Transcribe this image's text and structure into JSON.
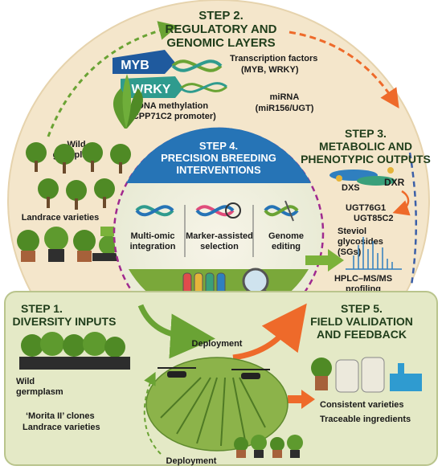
{
  "step2": {
    "title_line1": "STEP 2.",
    "title_line2": "REGULATORY AND",
    "title_line3": "GENOMIC LAYERS",
    "myb_badge": "MYB",
    "wrky_badge": "WRKY",
    "tf_line1": "Transcription factors",
    "tf_line2": "(MYB, WRKY)",
    "dna_line1": "DNA methylation",
    "dna_line2": "(CPP71C2 promoter)",
    "mirna_line1": "miRNA",
    "mirna_line2": "(miR156/UGT)"
  },
  "step3": {
    "title_line1": "STEP 3.",
    "title_line2": "METABOLIC AND",
    "title_line3": "PHENOTYPIC OUTPUTS",
    "dxs": "DXS",
    "dxr": "DXR",
    "ugt1": "UGT76G1",
    "ugt2": "UGT85C2",
    "sg_line1": "Steviol",
    "sg_line2": "glycosides",
    "sg_line3": "(SGs)",
    "hplc_line1": "HPLC–MS/MS",
    "hplc_line2": "profiling"
  },
  "step4": {
    "title_line1": "STEP 4.",
    "title_line2": "PRECISION BREEDING",
    "title_line3": "INTERVENTIONS",
    "col1_line1": "Multi-omic",
    "col1_line2": "integration",
    "col2_line1": "Marker-assisted",
    "col2_line2": "selection",
    "col3_line1": "Genome",
    "col3_line2": "editing"
  },
  "step1": {
    "title_line1": "STEP 1.",
    "title_line2": "DIVERSITY INPUTS",
    "wild_line1": "Wild",
    "wild_line2": "germplasm",
    "clones": "‘Morita II’ clones",
    "landrace": "Landrace varieties"
  },
  "step5": {
    "title_line1": "STEP 5.",
    "title_line2": "FIELD VALIDATION",
    "title_line3": "AND FEEDBACK",
    "out1": "Consistent varieties",
    "out2": "Traceable ingredients"
  },
  "upper_left": {
    "wild_line1": "Wild",
    "wild_line2": "germplasm",
    "landrace": "Landrace varieties"
  },
  "flow": {
    "deployment_center": "Deployment",
    "deployment_bottom": "Deployment"
  },
  "colors": {
    "beige": "#f3e6cc",
    "green_panel": "#e7ecc8",
    "purple_dashed": "#a0298f",
    "blue_banner": "#2674b6",
    "orange_arrow": "#ee6a2a",
    "green_arrow": "#7bb23a"
  }
}
